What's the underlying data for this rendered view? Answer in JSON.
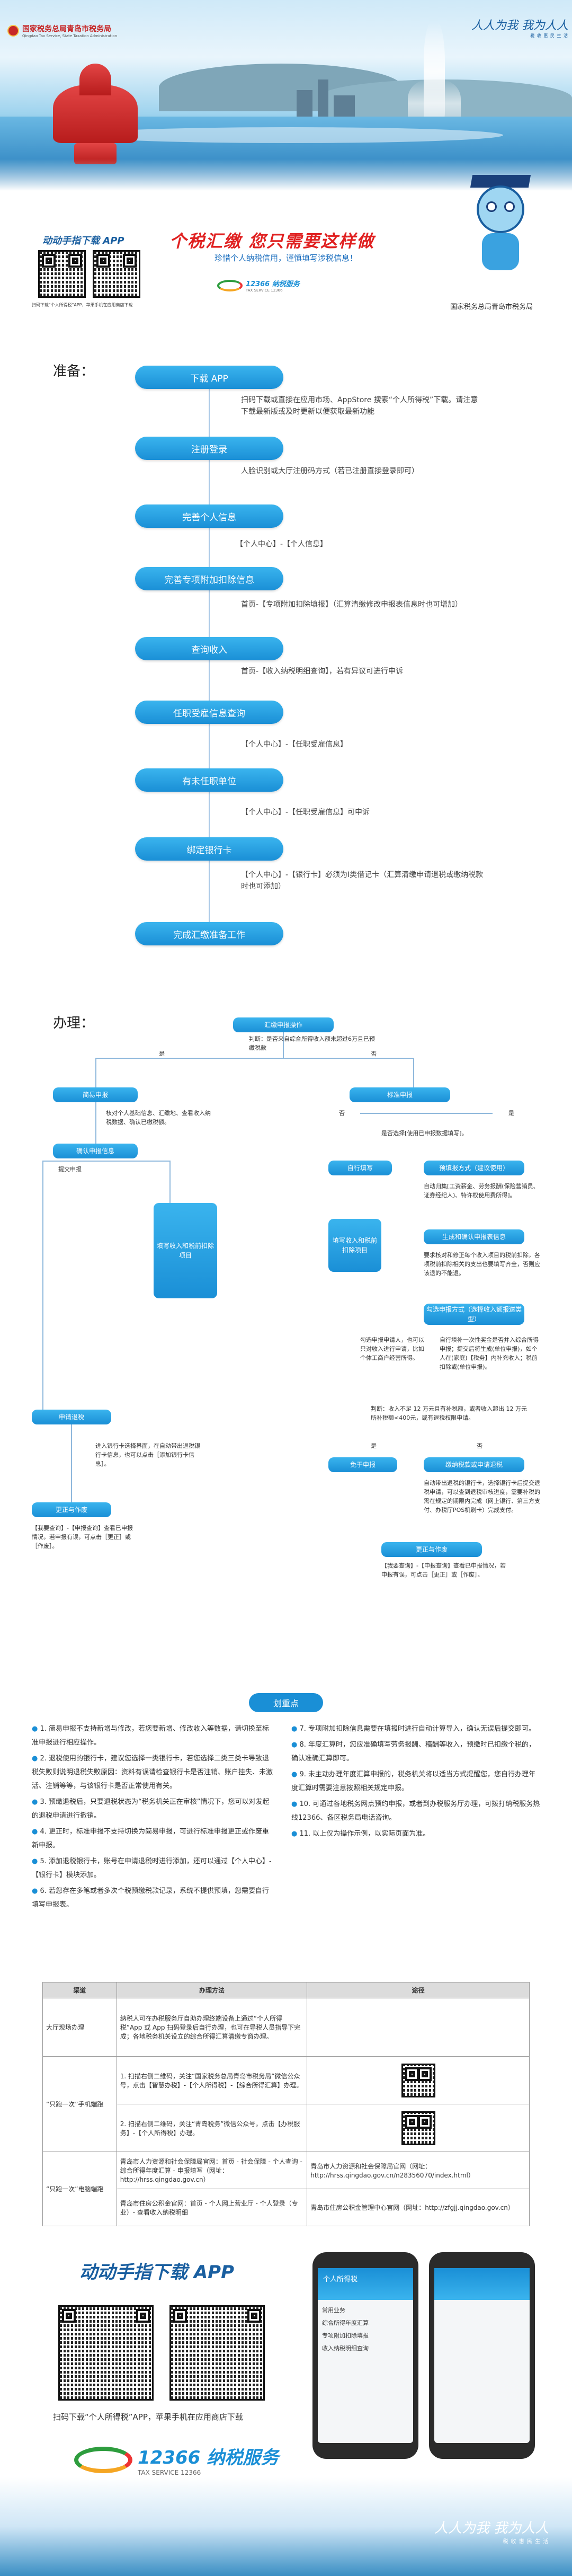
{
  "header": {
    "org_title": "国家税务总局青岛市税务局",
    "org_sub": "Qingdao Tax Service, State Taxation Administration",
    "slogan_right": "人人为我 我为人人",
    "slogan_sub": "税 收 惠 民 生 活",
    "download_title": "动动手指下载 APP",
    "download_caption": "扫码下载\"个人所得税\"APP，苹果手机在应用商店下载",
    "headline": "个税汇缴  您只需要这样做",
    "subheadline": "珍惜个人纳税信用，谨慎填写涉税信息！",
    "service_brand": "12366 纳税服务",
    "service_sub": "TAX SERVICE 12366",
    "bureau": "国家税务总局青岛市税务局"
  },
  "prepare": {
    "title": "准备：",
    "steps": [
      {
        "label": "下载 APP",
        "desc": "扫码下载或直接在应用市场、AppStore 搜索“个人所得税”下载。请注意下载最新版或及时更新以便获取最新功能"
      },
      {
        "label": "注册登录",
        "desc": "人脸识别或大厅注册码方式（若已注册直接登录即可）"
      },
      {
        "label": "完善个人信息",
        "desc": "【个人中心】-【个人信息】"
      },
      {
        "label": "完善专项附加扣除信息",
        "desc": "首页-【专项附加扣除填报】（汇算清缴修改申报表信息时也可增加）"
      },
      {
        "label": "查询收入",
        "desc": "首页-【收入纳税明细查询】，若有异议可进行申诉"
      },
      {
        "label": "任职受雇信息查询",
        "desc": "【个人中心】-【任职受雇信息】"
      },
      {
        "label": "有未任职单位",
        "desc": "【个人中心】-【任职受雇信息】可申诉"
      },
      {
        "label": "绑定银行卡",
        "desc": "【个人中心】-【银行卡】必须为I类借记卡（汇算清缴申请退税或缴纳税款时也可添加）"
      },
      {
        "label": "完成汇缴准备工作",
        "desc": ""
      }
    ]
  },
  "process": {
    "title": "办理：",
    "start": "汇缴申报操作",
    "start_note": "判断：是否来自综合所得收入额未超过6万且已预缴税款",
    "yes": "是",
    "no": "否",
    "simple": "简易申报",
    "simple_note": "核对个人基础信息、汇缴地、查看收入纳税数据、确认已缴税额。",
    "confirm": "确认申报信息",
    "no_refund": "提交申报",
    "refund": "申请退税",
    "standard": "标准申报",
    "standard_note": "是否选择[使用已申报数据填写]。",
    "self_fill": "自行填写",
    "prefill": "预填报方式（建议使用）",
    "prefill_note": "自动归集[工资薪金、劳务报酬(保险营销员、证券经纪人)、特许权使用费所得]。",
    "self_box": "填写收入和税前扣除项目",
    "gen": "生成和确认申报表信息",
    "gen_note": "要求核对和修正每个收入项目的税前扣除，各项税前扣除相关的支出也要填写齐全，否则应该退的不能退。",
    "select": "勾选申报方式（选择收入额报送类型）",
    "select_note_a": "勾选申报申请人，也可以只对收入进行申请，比如个体工商户经营所得。",
    "select_note_b": "自行填补一次性奖金是否并入综合所得申报；提交后将生成(单位申报)，如个人在(家庭)【税务】内补充收入；税前扣除或(单位申报)。",
    "judge": "判断：收入不足 12 万元且有补税额，或者收入超出 12 万元所补税额<400元，或有退税权限申请。",
    "exempt": "免于申报",
    "pay_refund": "缴纳税款或申请退税",
    "refund_note": "进入银行卡选择界面，在自动带出退税银行卡信息，也可以点击［添加银行卡信息］。",
    "pay_note": "自动带出退税的银行卡，选择银行卡后提交退税申请，可以查到退税审核进度，需要补税的需在规定的期限内完成（网上银行、第三方支付、办税厅POS机刷卡）完成支付。",
    "more": "更正与作废",
    "more_note_left": "【我要查询】-【申报查询】查看已申报情况，若申报有误，可点击［更正］或［作废］。",
    "more_note_right": "【我要查询】-【申报查询】查看已申报情况，若申报有误，可点击［更正］或［作废］。",
    "pay_label": "是",
    "pay_label_no": "否"
  },
  "tips": {
    "title": "划重点",
    "left": [
      "1. 简易申报不支持新增与修改，若您要新增、修改收入等数据，请切换至标准申报进行相应操作。",
      "2. 退税使用的银行卡，建议您选择一类银行卡，若您选择二类三类卡导致退税失败则说明退税失败原因：资料有误请检查银行卡是否注销、账户挂失、未激活、注销等等，与该银行卡是否正常使用有关。",
      "3. 预缴退税后，只要退税状态为“税务机关正在审核”情况下，您可以对发起的退税申请进行撤销。",
      "4. 更正时，标准申报不支持切换为简易申报，可进行标准申报更正或作废重新申报。",
      "5. 添加退税银行卡，账号在申请退税时进行添加，还可以通过【个人中心】-【银行卡】模块添加。",
      "6. 若您存在多笔或者多次个税预缴税款记录，系统不提供预填，您需要自行填写申报表。"
    ],
    "right": [
      "7. 专项附加扣除信息需要在填报时进行自动计算导入，确认无误后提交即可。",
      "8. 年度汇算时，您应准确填写劳务报酬、稿酬等收入，预缴时已扣缴个税的，确认准确汇算即可。",
      "9. 未主动办理年度汇算申报的，税务机关将以适当方式提醒您，您自行办理年度汇算时需要注意按照相关规定申报。",
      "10. 可通过各地税务网点预约申报，或者到办税服务厅办理，可拨打纳税服务热线12366、各区税务局电话咨询。",
      "11. 以上仅为操作示例，以实际页面为准。"
    ]
  },
  "channels": {
    "headers": [
      "渠道",
      "办理方法",
      "途径"
    ],
    "rows": [
      {
        "channel": "大厅现场办理",
        "method": "纳税人可在办税服务厅自助办理终端设备上通过“个人所得税”App 或 App 扫码登录后自行办理，也可在导税人员指导下完成；各地税务机关设立的综合所得汇算清缴专窗办理。",
        "path": ""
      },
      {
        "channel": "“只跑一次”手机端跑",
        "method": "1. 扫描右侧二维码，关注“国家税务总局青岛市税务局”微信公众号，点击【智慧办税】-【个人所得税】-【综合所得汇算】办理。",
        "path": ""
      },
      {
        "channel": "",
        "method": "2. 扫描右侧二维码，关注“青岛税务”微信公众号，点击【办税服务】-【个人所得税】办理。",
        "path": ""
      },
      {
        "channel": "“只跑一次”电脑端跑",
        "method": "青岛市人力资源和社会保障局官网：首页 - 社会保障 - 个人查询 - 综合所得年度汇算 - 申报填写（网址：http://hrss.qingdao.gov.cn）",
        "path": "青岛市人力资源和社会保障局官网（网址：http://hrss.qingdao.gov.cn/n28356070/index.html）"
      },
      {
        "channel": "",
        "method": "青岛市住房公积金官网：首页 - 个人网上营业厅 - 个人登录（专业）- 查看收入纳税明细",
        "path": "青岛市住房公积金管理中心官网（网址：http://zfgjj.qingdao.gov.cn）"
      }
    ]
  },
  "footer": {
    "download_title": "动动手指下载 APP",
    "download_caption": "扫码下载“个人所得税”APP，苹果手机在应用商店下载",
    "service_brand": "12366 纳税服务",
    "service_sub": "TAX SERVICE 12366",
    "phone_title": "个人所得税",
    "phone_items": [
      "常用业务",
      "综合所得年度汇算",
      "专项附加扣除填报",
      "收入纳税明细查询"
    ],
    "slogan": "人人为我 我为人人",
    "slogan_sub": "税 收 惠 民 生 活"
  },
  "colors": {
    "accent": "#1a8fd6",
    "headline": "#e02020",
    "banner_sea": "#1a6fae"
  }
}
